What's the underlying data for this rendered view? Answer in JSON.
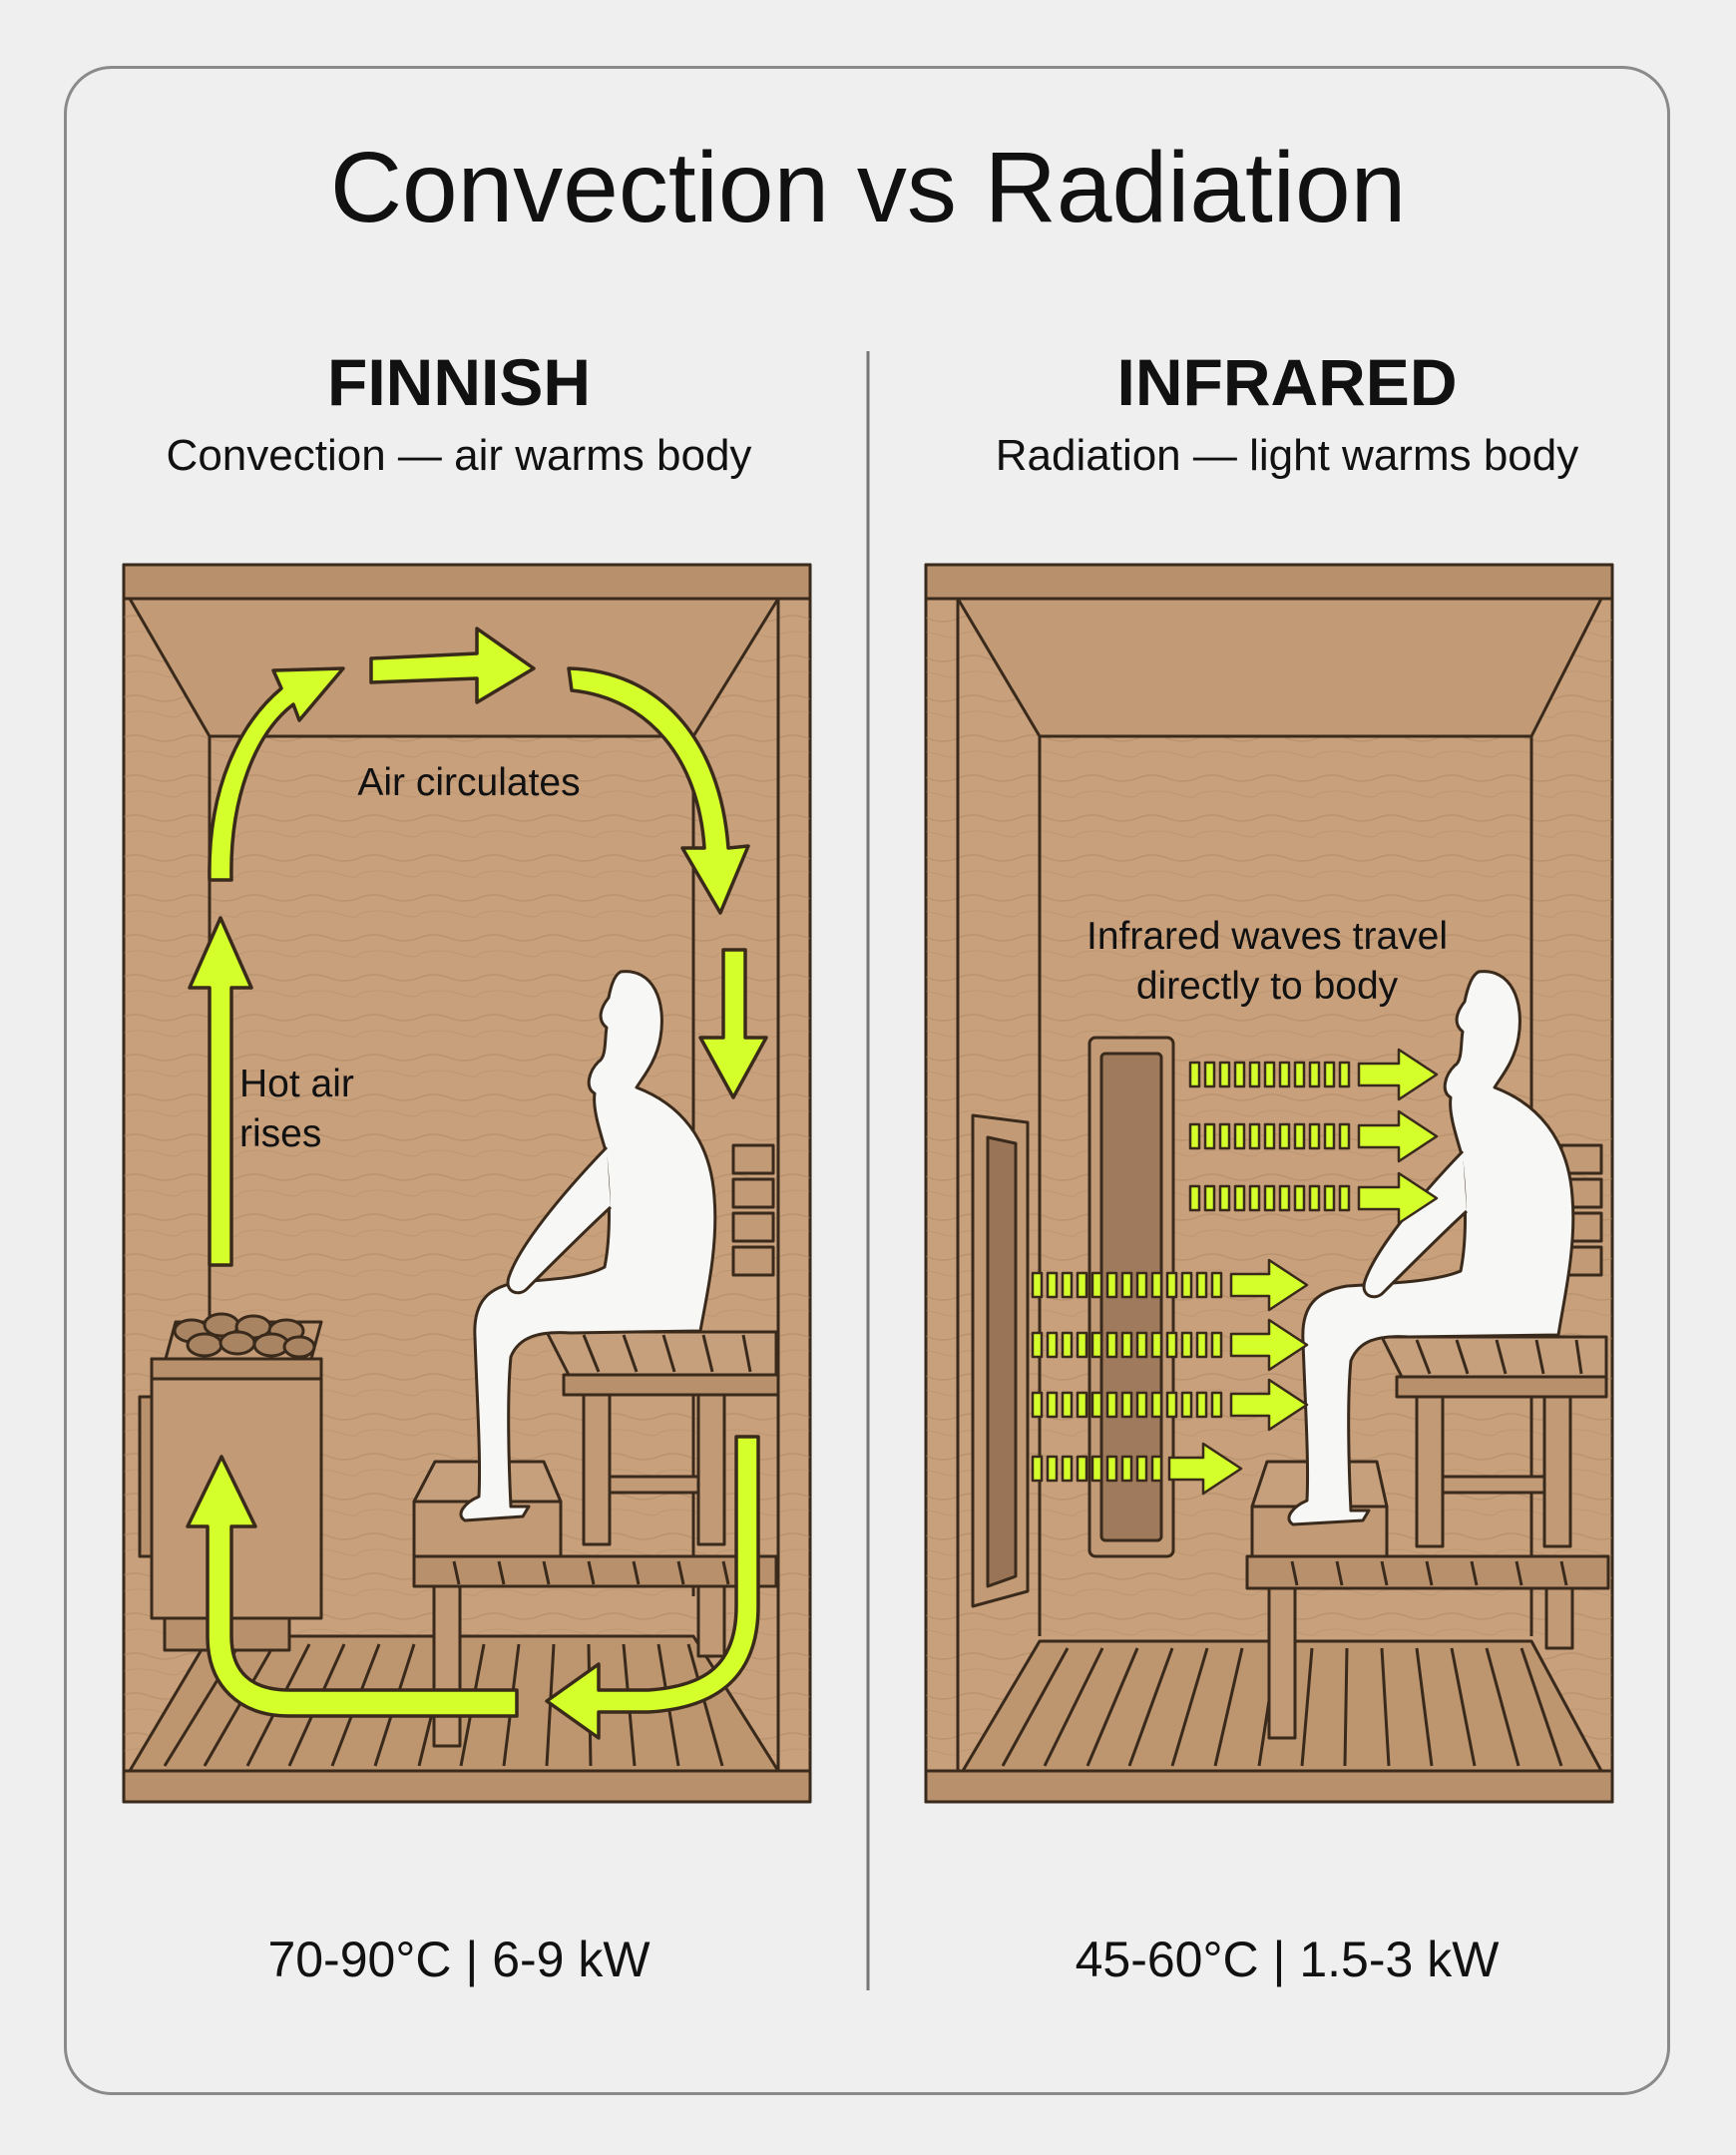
{
  "title": "Convection vs Radiation",
  "finnish": {
    "name": "FINNISH",
    "subtitle": "Convection — air warms body",
    "label_circulates": "Air circulates",
    "label_rises": "Hot air rises",
    "stats": "70-90°C | 6-9 kW"
  },
  "infrared": {
    "name": "INFRARED",
    "subtitle": "Radiation — light warms body",
    "label_waves": "Infrared waves travel directly to body",
    "stats": "45-60°C | 1.5-3 kW"
  },
  "colors": {
    "background": "#efefef",
    "wood": "#c8a07c",
    "wood_dark": "#b38b66",
    "outline": "#3a2a1c",
    "arrow": "#d4ff2a",
    "person": "#f7f7f5",
    "panel": "#a07a5c"
  },
  "icons": [
    "sauna-stove-icon",
    "person-silhouette-icon",
    "infrared-panel-icon",
    "airflow-arrow-icon",
    "infrared-wave-arrow-icon"
  ]
}
